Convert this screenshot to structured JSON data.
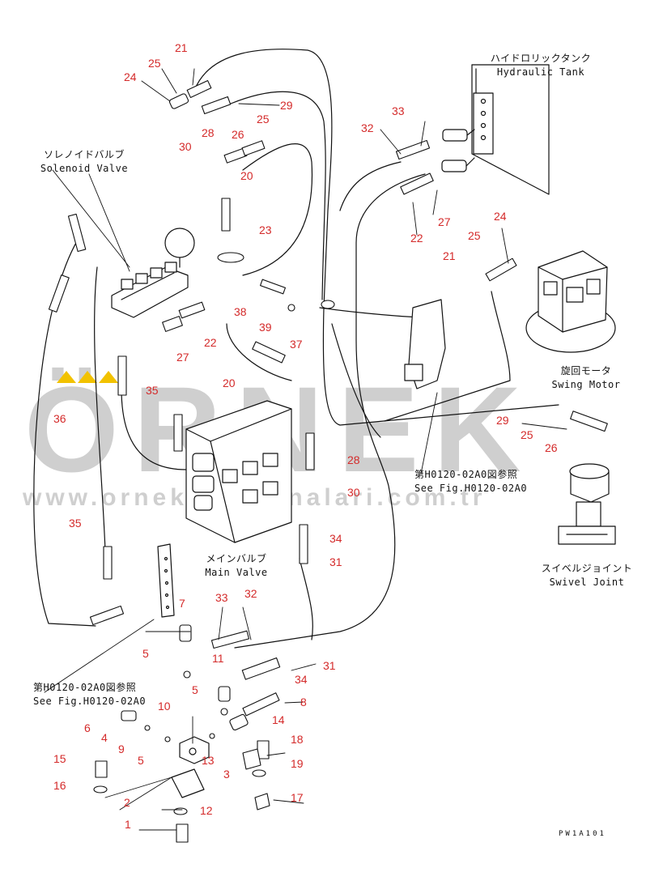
{
  "watermark": {
    "brand": "ÖRNEK",
    "url": "www.ornekismakinalari.com.tr",
    "accent_color": "#f2c200"
  },
  "labels": {
    "hydraulic_tank_jp": "ハイドロリックタンク",
    "hydraulic_tank_en": "Hydraulic Tank",
    "solenoid_valve_jp": "ソレノイドバルブ",
    "solenoid_valve_en": "Solenoid Valve",
    "swing_motor_jp": "旋回モータ",
    "swing_motor_en": "Swing Motor",
    "main_valve_jp": "メインバルブ",
    "main_valve_en": "Main Valve",
    "swivel_joint_jp": "スイベルジョイント",
    "swivel_joint_en": "Swivel Joint",
    "ref_right_jp": "第H0120-02A0図参照",
    "ref_right_en": "See Fig.H0120-02A0",
    "ref_left_jp": "第H0120-02A0図参照",
    "ref_left_en": "See Fig.H0120-02A0",
    "drawing_code": "PW1A101"
  },
  "part_numbers": [
    {
      "id": "n21a",
      "text": "21"
    },
    {
      "id": "n25a",
      "text": "25"
    },
    {
      "id": "n24a",
      "text": "24"
    },
    {
      "id": "n29a",
      "text": "29"
    },
    {
      "id": "n25b",
      "text": "25"
    },
    {
      "id": "n28a",
      "text": "28"
    },
    {
      "id": "n26a",
      "text": "26"
    },
    {
      "id": "n30a",
      "text": "30"
    },
    {
      "id": "n20a",
      "text": "20"
    },
    {
      "id": "n23",
      "text": "23"
    },
    {
      "id": "n38",
      "text": "38"
    },
    {
      "id": "n39",
      "text": "39"
    },
    {
      "id": "n37",
      "text": "37"
    },
    {
      "id": "n22a",
      "text": "22"
    },
    {
      "id": "n27a",
      "text": "27"
    },
    {
      "id": "n20b",
      "text": "20"
    },
    {
      "id": "n35a",
      "text": "35"
    },
    {
      "id": "n36",
      "text": "36"
    },
    {
      "id": "n35b",
      "text": "35"
    },
    {
      "id": "n32a",
      "text": "32"
    },
    {
      "id": "n33a",
      "text": "33"
    },
    {
      "id": "n27b",
      "text": "27"
    },
    {
      "id": "n22b",
      "text": "22"
    },
    {
      "id": "n24b",
      "text": "24"
    },
    {
      "id": "n25c",
      "text": "25"
    },
    {
      "id": "n21b",
      "text": "21"
    },
    {
      "id": "n29b",
      "text": "29"
    },
    {
      "id": "n25d",
      "text": "25"
    },
    {
      "id": "n26b",
      "text": "26"
    },
    {
      "id": "n28b",
      "text": "28"
    },
    {
      "id": "n30b",
      "text": "30"
    },
    {
      "id": "n34a",
      "text": "34"
    },
    {
      "id": "n31a",
      "text": "31"
    },
    {
      "id": "n33b",
      "text": "33"
    },
    {
      "id": "n32b",
      "text": "32"
    },
    {
      "id": "n7",
      "text": "7"
    },
    {
      "id": "n11",
      "text": "11"
    },
    {
      "id": "n5a",
      "text": "5"
    },
    {
      "id": "n5b",
      "text": "5"
    },
    {
      "id": "n34b",
      "text": "34"
    },
    {
      "id": "n31b",
      "text": "31"
    },
    {
      "id": "n8",
      "text": "8"
    },
    {
      "id": "n10",
      "text": "10"
    },
    {
      "id": "n6",
      "text": "6"
    },
    {
      "id": "n4",
      "text": "4"
    },
    {
      "id": "n9",
      "text": "9"
    },
    {
      "id": "n5c",
      "text": "5"
    },
    {
      "id": "n13",
      "text": "13"
    },
    {
      "id": "n14",
      "text": "14"
    },
    {
      "id": "n18",
      "text": "18"
    },
    {
      "id": "n19",
      "text": "19"
    },
    {
      "id": "n3",
      "text": "3"
    },
    {
      "id": "n15",
      "text": "15"
    },
    {
      "id": "n16",
      "text": "16"
    },
    {
      "id": "n17",
      "text": "17"
    },
    {
      "id": "n2",
      "text": "2"
    },
    {
      "id": "n12",
      "text": "12"
    },
    {
      "id": "n1",
      "text": "1"
    }
  ]
}
